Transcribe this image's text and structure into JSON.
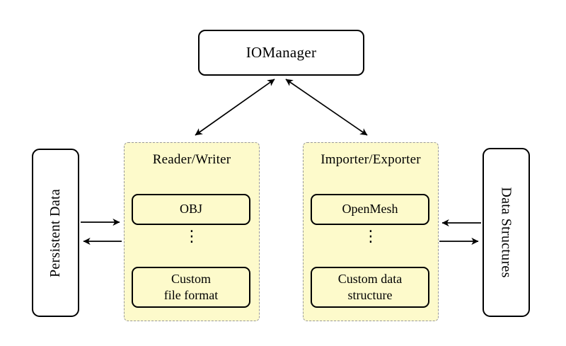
{
  "colors": {
    "background": "#ffffff",
    "panel_fill": "#fdfacb",
    "panel_border": "#999999",
    "node_fill": "#ffffff",
    "line": "#000000"
  },
  "nodes": {
    "io_manager": {
      "label": "IOManager"
    },
    "persistent_data": {
      "label": "Persistent Data"
    },
    "data_structures": {
      "label": "Data Structures"
    },
    "reader_writer": {
      "title": "Reader/Writer",
      "items": [
        {
          "label": "OBJ"
        },
        {
          "label": "Custom\nfile format"
        }
      ],
      "ellipsis": "⋮"
    },
    "importer_exporter": {
      "title": "Importer/Exporter",
      "items": [
        {
          "label": "OpenMesh"
        },
        {
          "label": "Custom data\nstructure"
        }
      ],
      "ellipsis": "⋮"
    }
  }
}
